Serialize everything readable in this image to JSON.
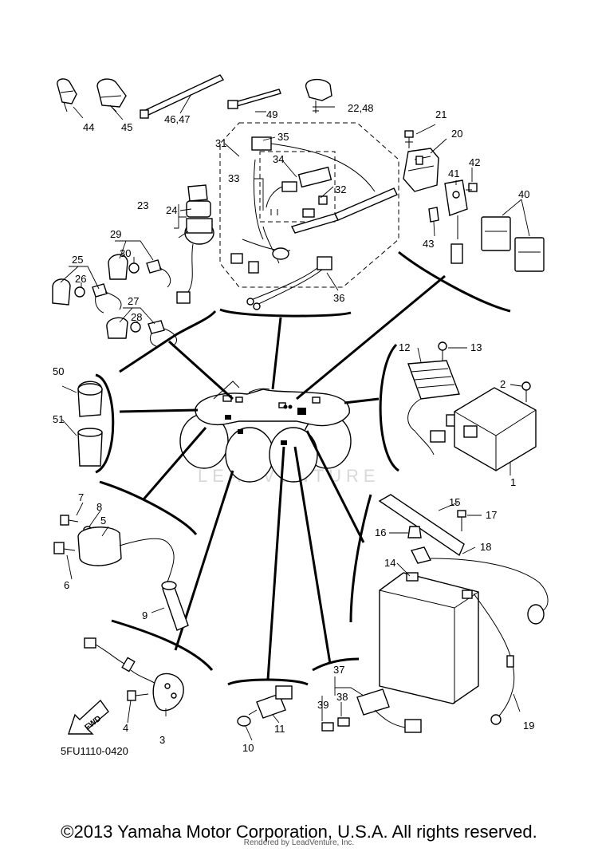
{
  "callouts": [
    {
      "id": "c1",
      "text": "1"
    },
    {
      "id": "c2",
      "text": "2"
    },
    {
      "id": "c3",
      "text": "3"
    },
    {
      "id": "c4",
      "text": "4"
    },
    {
      "id": "c5",
      "text": "5"
    },
    {
      "id": "c6",
      "text": "6"
    },
    {
      "id": "c7",
      "text": "7"
    },
    {
      "id": "c8",
      "text": "8"
    },
    {
      "id": "c9",
      "text": "9"
    },
    {
      "id": "c10",
      "text": "10"
    },
    {
      "id": "c11",
      "text": "11"
    },
    {
      "id": "c12",
      "text": "12"
    },
    {
      "id": "c13",
      "text": "13"
    },
    {
      "id": "c14",
      "text": "14"
    },
    {
      "id": "c15",
      "text": "15"
    },
    {
      "id": "c16",
      "text": "16"
    },
    {
      "id": "c17",
      "text": "17"
    },
    {
      "id": "c18",
      "text": "18"
    },
    {
      "id": "c19",
      "text": "19"
    },
    {
      "id": "c20",
      "text": "20"
    },
    {
      "id": "c21",
      "text": "21"
    },
    {
      "id": "c2248",
      "text": "22,48"
    },
    {
      "id": "c23",
      "text": "23"
    },
    {
      "id": "c24",
      "text": "24"
    },
    {
      "id": "c25",
      "text": "25"
    },
    {
      "id": "c26",
      "text": "26"
    },
    {
      "id": "c27",
      "text": "27"
    },
    {
      "id": "c28",
      "text": "28"
    },
    {
      "id": "c29",
      "text": "29"
    },
    {
      "id": "c30",
      "text": "30"
    },
    {
      "id": "c31",
      "text": "31"
    },
    {
      "id": "c32",
      "text": "32"
    },
    {
      "id": "c33",
      "text": "33"
    },
    {
      "id": "c34",
      "text": "34"
    },
    {
      "id": "c35",
      "text": "35"
    },
    {
      "id": "c36",
      "text": "36"
    },
    {
      "id": "c37",
      "text": "37"
    },
    {
      "id": "c38",
      "text": "38"
    },
    {
      "id": "c39",
      "text": "39"
    },
    {
      "id": "c40",
      "text": "40"
    },
    {
      "id": "c41",
      "text": "41"
    },
    {
      "id": "c42",
      "text": "42"
    },
    {
      "id": "c43",
      "text": "43"
    },
    {
      "id": "c44",
      "text": "44"
    },
    {
      "id": "c45",
      "text": "45"
    },
    {
      "id": "c4647",
      "text": "46,47"
    },
    {
      "id": "c49",
      "text": "49"
    },
    {
      "id": "c50",
      "text": "50"
    },
    {
      "id": "c51",
      "text": "51"
    }
  ],
  "fwd_label": "FWD",
  "diagram_code": "5FU1110-0420",
  "watermark": "LEADVENTURE",
  "copyright": "©2013 Yamaha Motor Corporation, U.S.A. All rights reserved.",
  "rendered_by": "Rendered by LeadVenture, Inc."
}
